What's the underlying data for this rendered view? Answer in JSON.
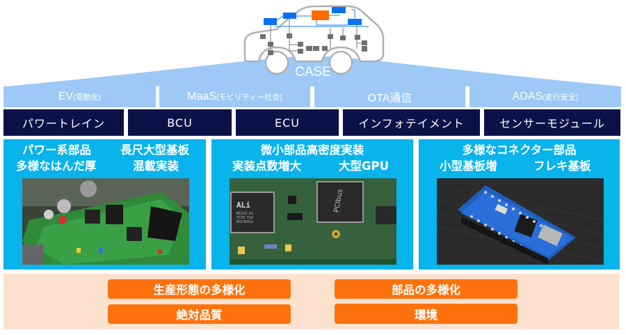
{
  "header": {
    "label": "CASE",
    "colors": {
      "roof": "#9ec9f7",
      "car_outline": "#b0b0b0",
      "ecu_blue": "#0a72f0",
      "ecu_orange": "#fe6a00",
      "node_gray": "#707070"
    }
  },
  "trends": [
    {
      "main": "EV",
      "sub": "(電動化)"
    },
    {
      "main": "MaaS",
      "sub": "(モビリティー社会)"
    },
    {
      "main": "OTA通信",
      "sub": ""
    },
    {
      "main": "ADAS",
      "sub": "(走行安全)"
    }
  ],
  "modules": [
    {
      "label": "パワートレイン"
    },
    {
      "label": "BCU"
    },
    {
      "label": "ECU"
    },
    {
      "label": "インフォテイメント"
    },
    {
      "label": "センサーモジュール"
    }
  ],
  "panels": [
    {
      "line1_left": "パワー系部品",
      "line1_right": "長尺大型基板",
      "line2_left": "多様なはんだ厚",
      "line2_right": "混載実装",
      "photo": "power-pcb-photo"
    },
    {
      "line1": "微小部品高密度実装",
      "line2_left": "実装点数増大",
      "line2_right": "大型GPU",
      "photo": "high-density-pcb-photo",
      "chip_labels": {
        "left": "ALi",
        "left_sub1": "M1523 A1",
        "left_sub2": "9729 TS6",
        "left_sub3": "BC576411",
        "right": "PCIbus"
      }
    },
    {
      "line1": "多様なコネクター部品",
      "line2_left": "小型基板増",
      "line2_right": "フレキ基板",
      "photo": "small-board-photo"
    }
  ],
  "issues": [
    {
      "label": "生産形態の多様化"
    },
    {
      "label": "部品の多様化"
    },
    {
      "label": "絶対品質"
    },
    {
      "label": "環境"
    }
  ],
  "colors": {
    "trend_bg": "#9ec9f7",
    "module_bg": "#0b1248",
    "panel_bg": "#09b3eb",
    "bottom_bg": "#fde1cf",
    "pill_bg": "#fd720d"
  }
}
